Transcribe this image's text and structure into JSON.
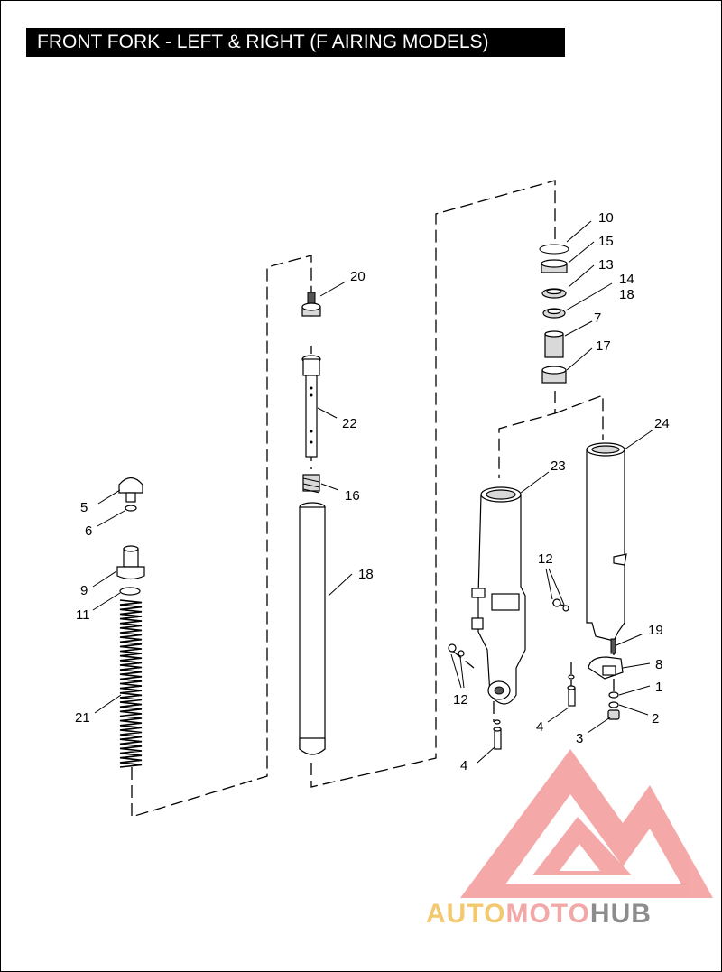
{
  "title": "FRONT FORK - LEFT & RIGHT (F AIRING MODELS)",
  "callouts": {
    "c1": "1",
    "c2": "2",
    "c3": "3",
    "c4a": "4",
    "c4b": "4",
    "c5": "5",
    "c6": "6",
    "c7": "7",
    "c8": "8",
    "c9": "9",
    "c10": "10",
    "c11": "11",
    "c12a": "12",
    "c12b": "12",
    "c13": "13",
    "c14": "14",
    "c15": "15",
    "c16": "16",
    "c17": "17",
    "c18a": "18",
    "c18b": "18",
    "c19": "19",
    "c20": "20",
    "c21": "21",
    "c22": "22",
    "c23": "23",
    "c24": "24"
  },
  "watermark": {
    "part1": "AUTO",
    "part2": "MOTO",
    "part3": "HUB"
  },
  "colors": {
    "title_bg": "#000000",
    "watermark_red": "#f08080",
    "watermark_yellow": "#f2c96f",
    "watermark_gray": "#8c8c8c"
  }
}
